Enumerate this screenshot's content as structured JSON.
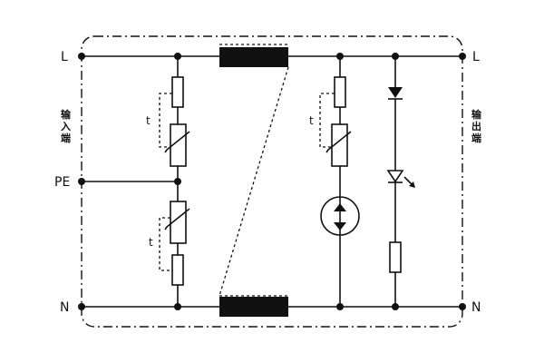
{
  "terminals": {
    "line_left": "L",
    "line_right": "L",
    "pe": "PE",
    "neutral_left": "N",
    "neutral_right": "N"
  },
  "side_labels": {
    "input": [
      "输",
      "入",
      "端"
    ],
    "output": [
      "输",
      "出",
      "端"
    ]
  },
  "thermal_labels": [
    "t",
    "t",
    "t"
  ],
  "colors": {
    "ink": "#111111",
    "inductor_fill": "#111111",
    "background": "#ffffff"
  },
  "components": {
    "inductors": 2,
    "varistors": 3,
    "fuses": 3,
    "gas_discharge_tube": 1,
    "diodes": 1,
    "leds": 1,
    "resistors": 1
  }
}
